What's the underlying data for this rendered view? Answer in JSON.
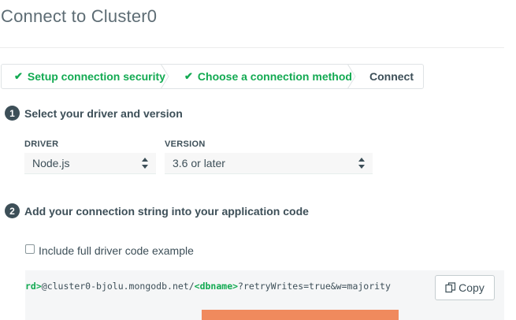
{
  "page": {
    "title": "Connect to Cluster0"
  },
  "wizard": {
    "steps": [
      {
        "label": "Setup connection security",
        "state": "done"
      },
      {
        "label": "Choose a connection method",
        "state": "done"
      },
      {
        "label": "Connect",
        "state": "active"
      }
    ],
    "check_glyph": "✔"
  },
  "section1": {
    "number": "1",
    "heading": "Select your driver and version",
    "driver": {
      "label": "DRIVER",
      "value": "Node.js"
    },
    "version": {
      "label": "VERSION",
      "value": "3.6 or later"
    }
  },
  "section2": {
    "number": "2",
    "heading": "Add your connection string into your application code",
    "include_example_label": "Include full driver code example",
    "include_example_checked": false,
    "code": {
      "prefix_highlight": "rd>",
      "middle": "@cluster0-bjolu.mongodb.net/",
      "db_highlight": "<dbname>",
      "suffix": "?retryWrites=true&w=majority"
    },
    "copy_label": "Copy"
  },
  "colors": {
    "accent_green": "#13aa52",
    "text": "#3d4f58",
    "badge": "#3d4f58",
    "orange": "#f08a5d"
  }
}
